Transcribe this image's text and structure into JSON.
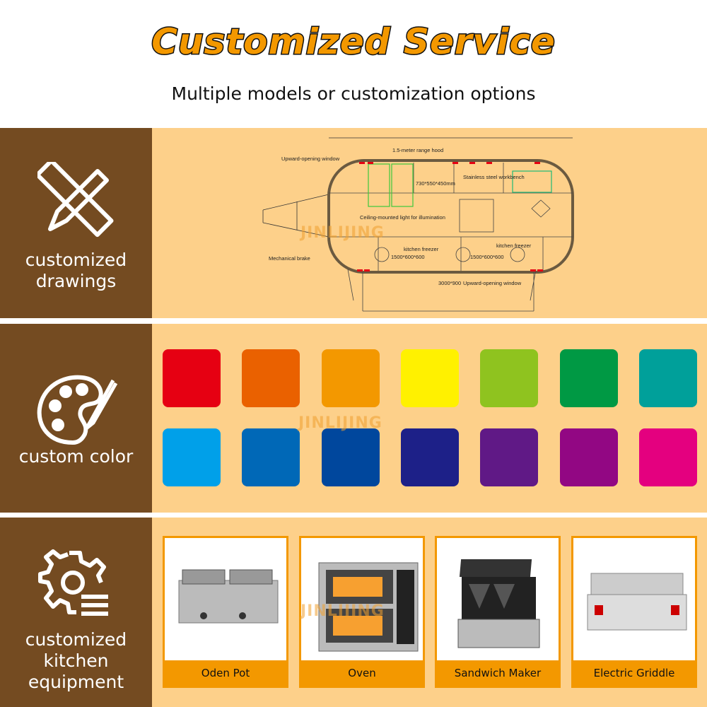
{
  "header": {
    "title": "Customized Service",
    "subtitle": "Multiple models or customization options"
  },
  "watermark": "JINLIJING",
  "sections": [
    {
      "label": "customized drawings",
      "icon": "ruler-pencil-icon"
    },
    {
      "label": "custom color",
      "icon": "palette-icon"
    },
    {
      "label": "customized kitchen equipment",
      "icon": "gear-list-icon"
    }
  ],
  "drawing": {
    "labels": {
      "range_hood": "1.5-meter range hood",
      "window_top": "Upward-opening window",
      "workbench": "Stainless steel workbench",
      "light": "Ceiling-mounted light for illumination",
      "freezer1": "kitchen freezer",
      "freezer2": "kitchen freezer",
      "brake": "Mechanical brake",
      "window_bottom": "Upward-opening window",
      "dim1": "1500*600*600",
      "dim2": "1500*600*600",
      "dim3": "730*550*450mm",
      "dim4": "3000*900"
    }
  },
  "colors": [
    "#e60012",
    "#ea6100",
    "#f39800",
    "#fff100",
    "#8fc31f",
    "#009944",
    "#00a09a",
    "#00a0e9",
    "#0068b7",
    "#00479d",
    "#1d2088",
    "#601986",
    "#920783",
    "#e4007f"
  ],
  "equipment": [
    {
      "name": "Oden Pot"
    },
    {
      "name": "Oven"
    },
    {
      "name": "Sandwich Maker"
    },
    {
      "name": "Electric Griddle"
    }
  ]
}
